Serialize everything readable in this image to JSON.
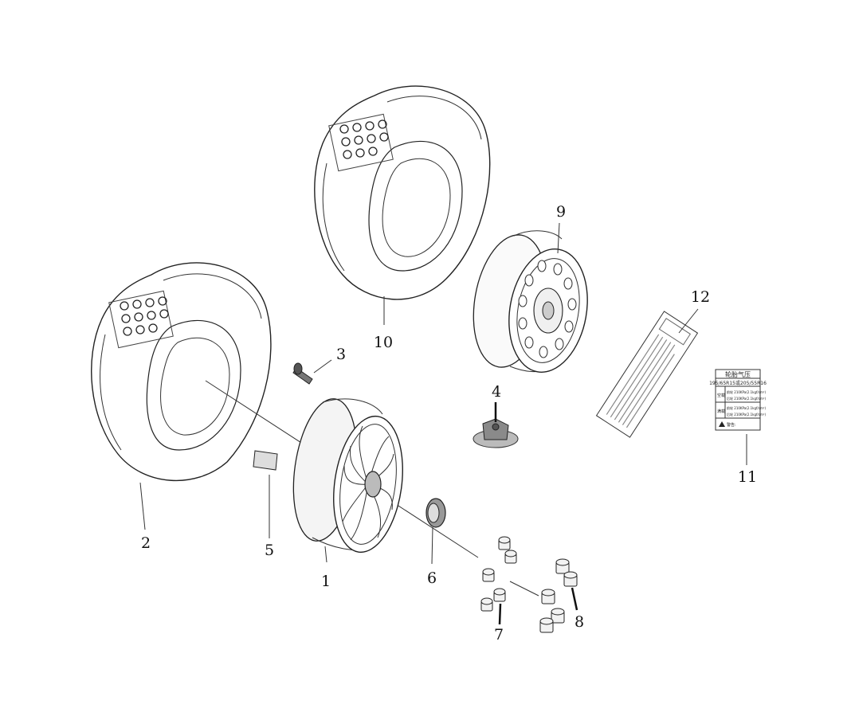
{
  "callouts": {
    "p1": "1",
    "p2": "2",
    "p3": "3",
    "p4": "4",
    "p5": "5",
    "p6": "6",
    "p7": "7",
    "p8": "8",
    "p9": "9",
    "p10": "10",
    "p11": "11",
    "p12": "12"
  },
  "tire_label": {
    "title": "轮胎气压",
    "sizes": "195/65R15或205/55R16",
    "row1_group": "空载",
    "row1_front": "前轮 210KPa(2.1kgf/cm²)",
    "row1_rear": "后轮 210KPa(2.1kgf/cm²)",
    "row2_group": "满载",
    "row2_front": "前轮 210KPa(2.1kgf/cm²)",
    "row2_rear": "后轮 210KPa(2.1kgf/cm²)",
    "warning": "警告:"
  },
  "colors": {
    "line": "#222222",
    "rim_shade": "#9a9a9a",
    "background": "#ffffff"
  }
}
